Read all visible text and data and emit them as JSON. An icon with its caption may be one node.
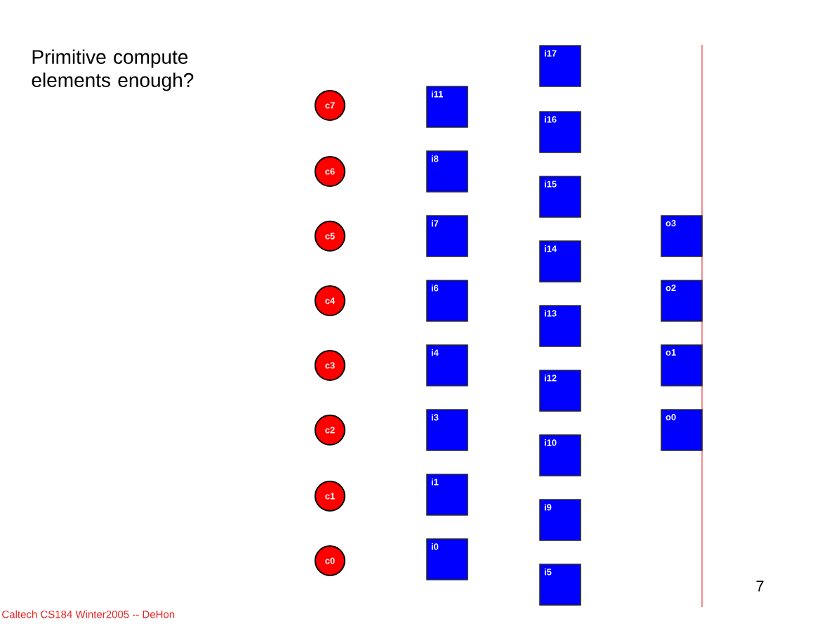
{
  "diagram": {
    "title": "Primitive compute elements enough?",
    "nodes": [
      {
        "text": [
          "c7"
        ]
      },
      {
        "text": [
          "c6"
        ]
      },
      {
        "text": [
          "c5"
        ]
      },
      {
        "text": [
          "c4"
        ]
      },
      {
        "text": [
          "c3"
        ]
      },
      {
        "text": [
          "c2"
        ]
      },
      {
        "text": [
          "c1"
        ]
      },
      {
        "text": [
          "c0"
        ]
      },
      {
        "text": [
          "i11"
        ]
      },
      {
        "text": [
          "i8"
        ]
      },
      {
        "text": [
          "i7"
        ]
      },
      {
        "text": [
          "i6"
        ]
      },
      {
        "text": [
          "i4"
        ]
      },
      {
        "text": [
          "i3"
        ]
      },
      {
        "text": [
          "i1"
        ]
      },
      {
        "text": [
          "i0"
        ]
      },
      {
        "text": [
          "i17"
        ]
      },
      {
        "text": [
          "i16"
        ]
      },
      {
        "text": [
          "i15"
        ]
      },
      {
        "text": [
          "i14"
        ]
      },
      {
        "text": [
          "i13"
        ]
      },
      {
        "text": [
          "i12"
        ]
      },
      {
        "text": [
          "i10"
        ]
      },
      {
        "text": [
          "i9"
        ]
      },
      {
        "text": [
          "i5"
        ]
      },
      {
        "text": [
          "o3"
        ]
      },
      {
        "text": [
          "o2"
        ]
      },
      {
        "text": [
          "o1"
        ]
      },
      {
        "text": [
          "o0"
        ]
      }
    ],
    "labels": [
      "7",
      "Caltech CS184 Winter2005 -- DeHon"
    ]
  }
}
